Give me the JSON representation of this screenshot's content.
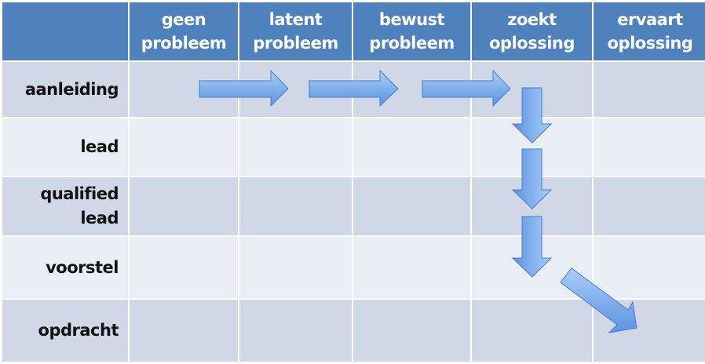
{
  "columns": [
    "",
    "geen\nprobleem",
    "latent\nprobleem",
    "bewust\nprobleem",
    "zoekt\noplossing",
    "ervaart\noplossing"
  ],
  "rows": [
    "aanleiding",
    "lead",
    "qualified\nlead",
    "voorstel",
    "opdracht"
  ],
  "colors": {
    "header": "#4f81bd",
    "row_dark": "#d0d8e8",
    "row_light": "#e9edf4",
    "arrow": "#6fa3ec"
  }
}
